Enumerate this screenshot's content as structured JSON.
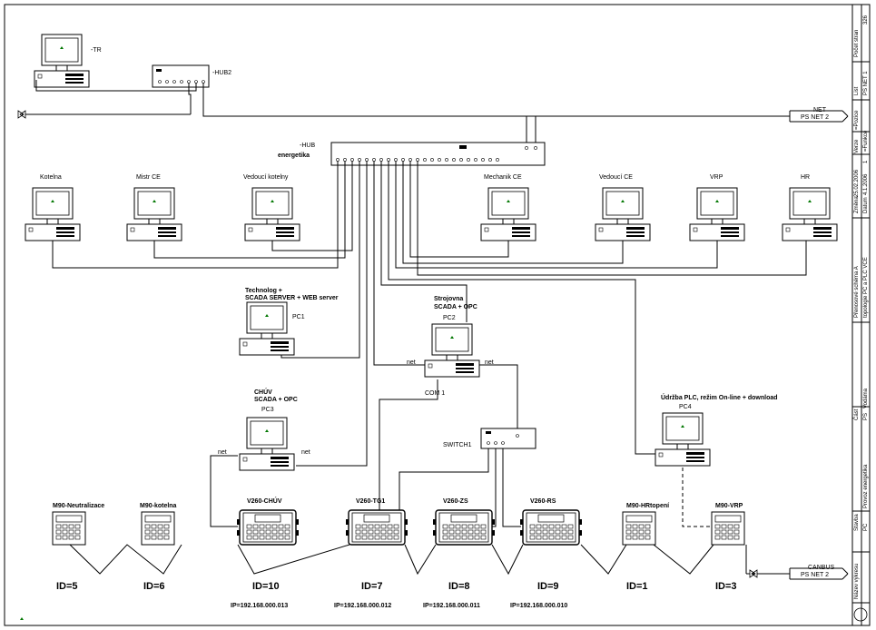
{
  "hub2": {
    "label": "-HUB2"
  },
  "hub_main": {
    "label1": "-HUB",
    "label2": "energetika"
  },
  "switch": {
    "label": "SWITCH1"
  },
  "computers": {
    "tr": "-TR",
    "kotelna": "Kotelna",
    "mistr": "Mistr CE",
    "vedouci_kotelny": "Vedoucí kotelny",
    "mechanik": "Mechanik CE",
    "vedouci_ce": "Vedoucí CE",
    "vrp": "VRP",
    "hr": "HR",
    "pc1_l1": "Technolog +",
    "pc1_l2": "SCADA SERVER + WEB server",
    "pc1_tag": "PC1",
    "pc2_l1": "Strojovna",
    "pc2_l2": "SCADA + OPC",
    "pc2_tag": "PC2",
    "pc3_l1": "CHÚV",
    "pc3_l2": "SCADA + OPC",
    "pc3_tag": "PC3",
    "pc4_l1": "Údržba PLC, režim On-line + download",
    "pc4_tag": "PC4"
  },
  "ports": {
    "net": "net",
    "com1": "COM 1"
  },
  "plcs": [
    {
      "name": "M90-Neutralizace",
      "id": "ID=5",
      "ip": ""
    },
    {
      "name": "M90-kotelna",
      "id": "ID=6",
      "ip": ""
    },
    {
      "name": "V260-CHÚV",
      "id": "ID=10",
      "ip": "IP=192.168.000.013"
    },
    {
      "name": "V260-TG1",
      "id": "ID=7",
      "ip": "IP=192.168.000.012"
    },
    {
      "name": "V260-ZS",
      "id": "ID=8",
      "ip": "IP=192.168.000.011"
    },
    {
      "name": "V260-RS",
      "id": "ID=9",
      "ip": "IP=192.168.000.010"
    },
    {
      "name": "M90-HRtopení",
      "id": "ID=1",
      "ip": ""
    },
    {
      "name": "M90-VRP",
      "id": "ID=3",
      "ip": ""
    }
  ],
  "offpage": {
    "net_l1": "NET",
    "net_l2": "PS NET 2",
    "canbus_l1": "CANBUS",
    "canbus_l2": "PS NET 2"
  },
  "titleblock": {
    "pages": "Počet stran",
    "pages_val": "326",
    "sheet": "List",
    "sheet_val": "PS NET 1",
    "fields": [
      "=Pozice",
      "=Funkce",
      "Verze",
      "1"
    ],
    "dates": [
      "Změna",
      "25.02.2006",
      "Datum",
      "4.1.2006"
    ],
    "desc1": "Přenosové schéma A",
    "desc2": "topologie PC a PLC VCE",
    "part": "Část",
    "part_val": "Vodáma",
    "ps": "PS",
    "stavba": "Stavba",
    "stavba_val": "Provoz energetika",
    "pc": "PC",
    "author": "Název výkresu"
  }
}
